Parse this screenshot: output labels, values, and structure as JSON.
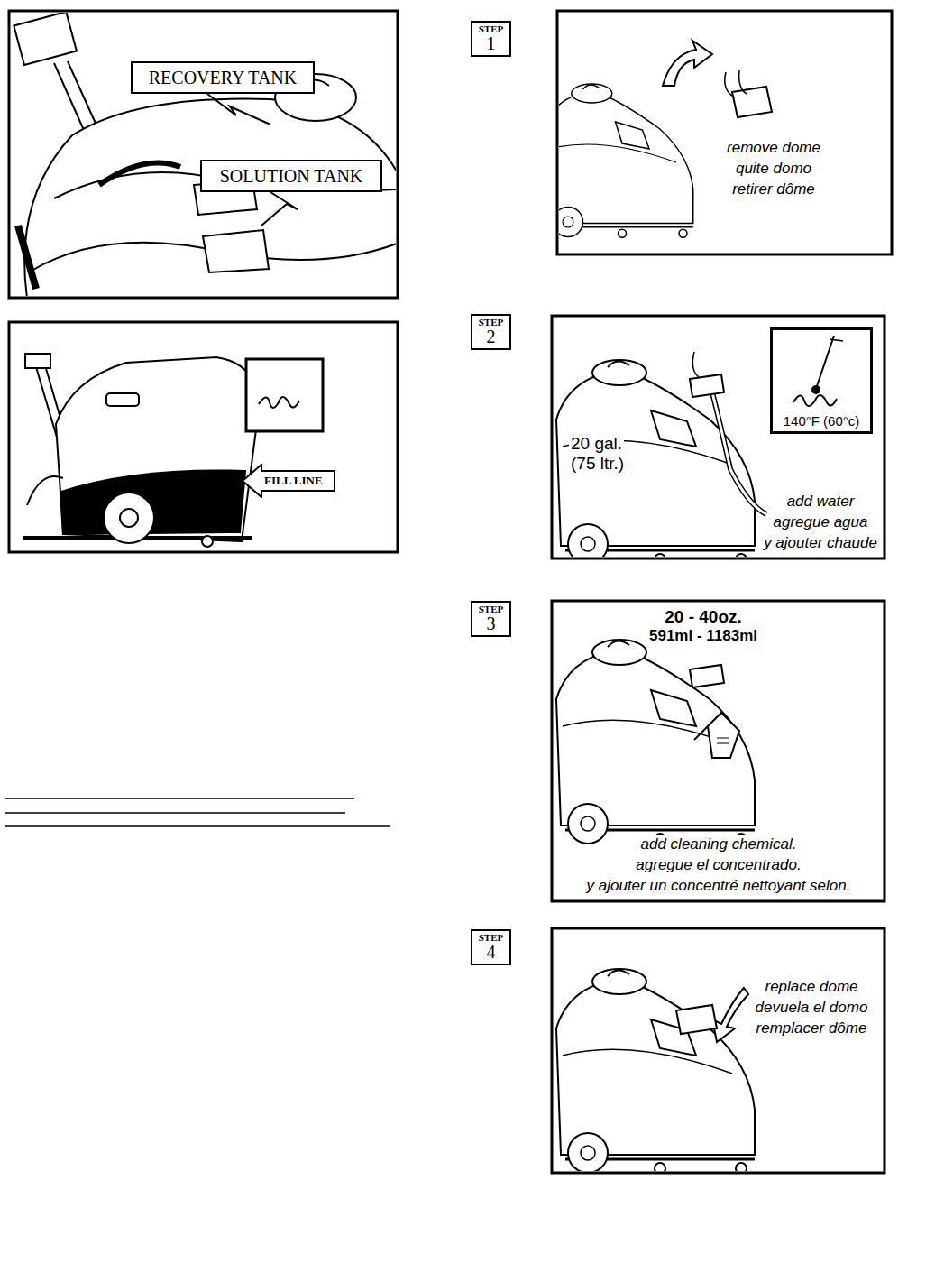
{
  "diagram": {
    "nodes": [
      {
        "text": [
          "RECOVERY TANK"
        ]
      },
      {
        "text": [
          "SOLUTION TANK"
        ]
      },
      {
        "text": [
          "STEP",
          "1"
        ]
      },
      {
        "text": [
          "remove dome",
          "quite domo",
          "retirer dôme"
        ]
      },
      {
        "text": [
          "FILL LINE"
        ]
      },
      {
        "text": [
          "STEP",
          "2"
        ]
      },
      {
        "text": [
          "20 gal.",
          "(75 ltr.)",
          "add water",
          "agregue agua",
          "y ajouter chaude"
        ]
      },
      {
        "text": [
          "140°F (60°c)"
        ],
        "in": 6
      },
      {
        "text": [
          "STEP",
          "3"
        ]
      },
      {
        "text": [
          "20 - 40oz.",
          "591ml - 1183ml",
          "add cleaning chemical.",
          "agregue el concentrado.",
          "y ajouter un concentré nettoyant selon."
        ]
      },
      {
        "text": [
          "STEP",
          "4"
        ]
      },
      {
        "text": [
          "replace dome",
          "devuela el domo",
          "remplacer dôme"
        ]
      }
    ]
  }
}
